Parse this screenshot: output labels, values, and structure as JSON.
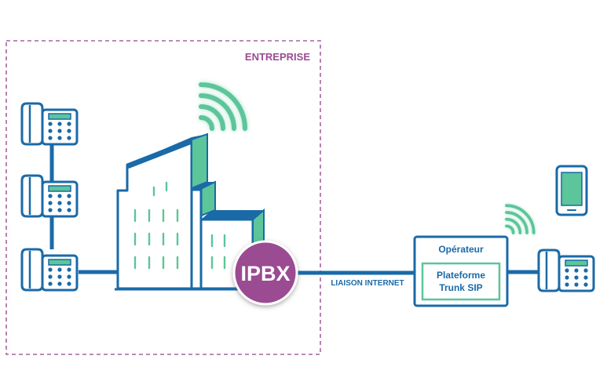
{
  "enterprise": {
    "label": "ENTREPRISE"
  },
  "pbx": {
    "label": "IPBX"
  },
  "link": {
    "label": "LIAISON INTERNET"
  },
  "operator": {
    "title": "Opérateur",
    "platform_line1": "Plateforme",
    "platform_line2": "Trunk SIP"
  },
  "icons": {
    "desk_phone": "desk-phone-icon",
    "building": "office-building-icon",
    "wifi": "wifi-signal-icon",
    "mobile": "smartphone-icon"
  },
  "colors": {
    "blue": "#1a6aa8",
    "green": "#5cc59a",
    "purple": "#9a4b92",
    "enterprise_border": "#a6649e"
  }
}
